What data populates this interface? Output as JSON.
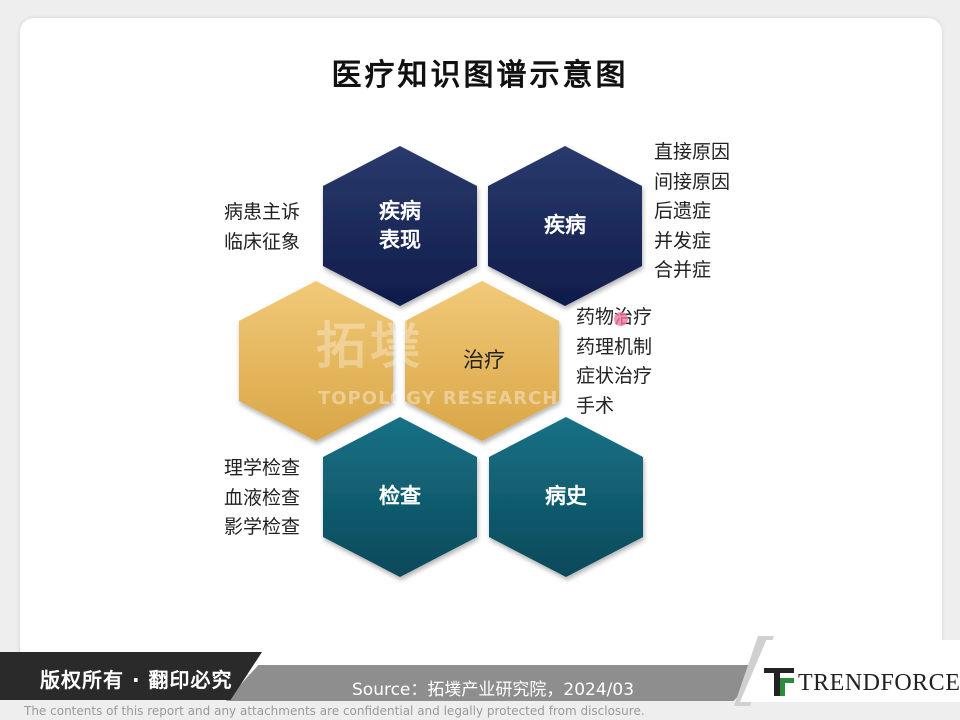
{
  "title": "医疗知识图谱示意图",
  "hexagons": [
    {
      "id": "disease-manifestation",
      "line1": "疾病",
      "line2": "表现",
      "color": "#1f2e5e"
    },
    {
      "id": "disease",
      "line1": "疾病",
      "line2": "",
      "color": "#1f2e5e"
    },
    {
      "id": "blank",
      "line1": "",
      "line2": "",
      "color": "#e9bb5f"
    },
    {
      "id": "treatment",
      "line1": "治疗",
      "line2": "",
      "color": "#e9bb5f"
    },
    {
      "id": "examination",
      "line1": "检查",
      "line2": "",
      "color": "#0f5f70"
    },
    {
      "id": "history",
      "line1": "病史",
      "line2": "",
      "color": "#0f5f70"
    }
  ],
  "lists": {
    "manifestation": [
      "病患主诉",
      "临床征象"
    ],
    "disease": [
      "直接原因",
      "间接原因",
      "后遗症",
      "并发症",
      "合并症"
    ],
    "treatment": [
      "药物治疗",
      "药理机制",
      "症状治疗",
      "手术"
    ],
    "examination": [
      "理学检查",
      "血液检查",
      "影学检查"
    ]
  },
  "watermark": {
    "cn": "拓墣",
    "en": "TOPOLOGY RESEARCH INSTITUTE"
  },
  "footer": {
    "copyright": "版权所有 · 翻印必究",
    "source": "Source：拓墣产业研究院，2024/03",
    "logo": "TRENDFORCE",
    "disclaimer": "The contents of this report and any attachments are confidential and legally protected from disclosure."
  }
}
